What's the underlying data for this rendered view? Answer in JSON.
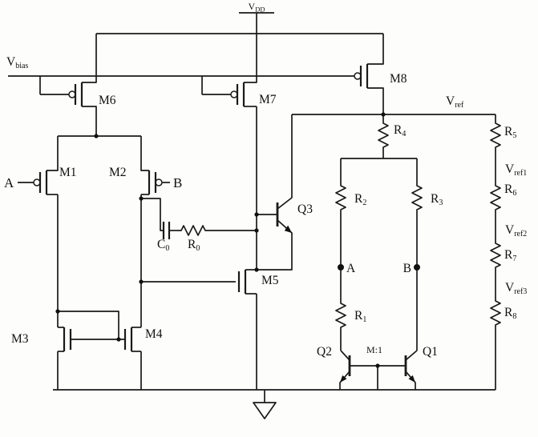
{
  "power": {
    "vdd": {
      "base": "V",
      "sub": "DD"
    },
    "vbias": {
      "base": "V",
      "sub": "bias"
    }
  },
  "mosfets": {
    "m1": "M1",
    "m2": "M2",
    "m3": "M3",
    "m4": "M4",
    "m5": "M5",
    "m6": "M6",
    "m7": "M7",
    "m8": "M8"
  },
  "bjts": {
    "q1": "Q1",
    "q2": "Q2",
    "q3": "Q3",
    "ratio": "M:1"
  },
  "passives": {
    "c0": {
      "base": "C",
      "sub": "0"
    },
    "r0": {
      "base": "R",
      "sub": "0"
    },
    "r1": {
      "base": "R",
      "sub": "1"
    },
    "r2": {
      "base": "R",
      "sub": "2"
    },
    "r3": {
      "base": "R",
      "sub": "3"
    },
    "r4": {
      "base": "R",
      "sub": "4"
    },
    "r5": {
      "base": "R",
      "sub": "5"
    },
    "r6": {
      "base": "R",
      "sub": "6"
    },
    "r7": {
      "base": "R",
      "sub": "7"
    },
    "r8": {
      "base": "R",
      "sub": "8"
    }
  },
  "nodes": {
    "input_a": "A",
    "input_b": "B",
    "node_a": "A",
    "node_b": "B",
    "vref": {
      "base": "V",
      "sub": "ref"
    },
    "vref1": {
      "base": "V",
      "sub": "ref1"
    },
    "vref2": {
      "base": "V",
      "sub": "ref2"
    },
    "vref3": {
      "base": "V",
      "sub": "ref3"
    }
  }
}
